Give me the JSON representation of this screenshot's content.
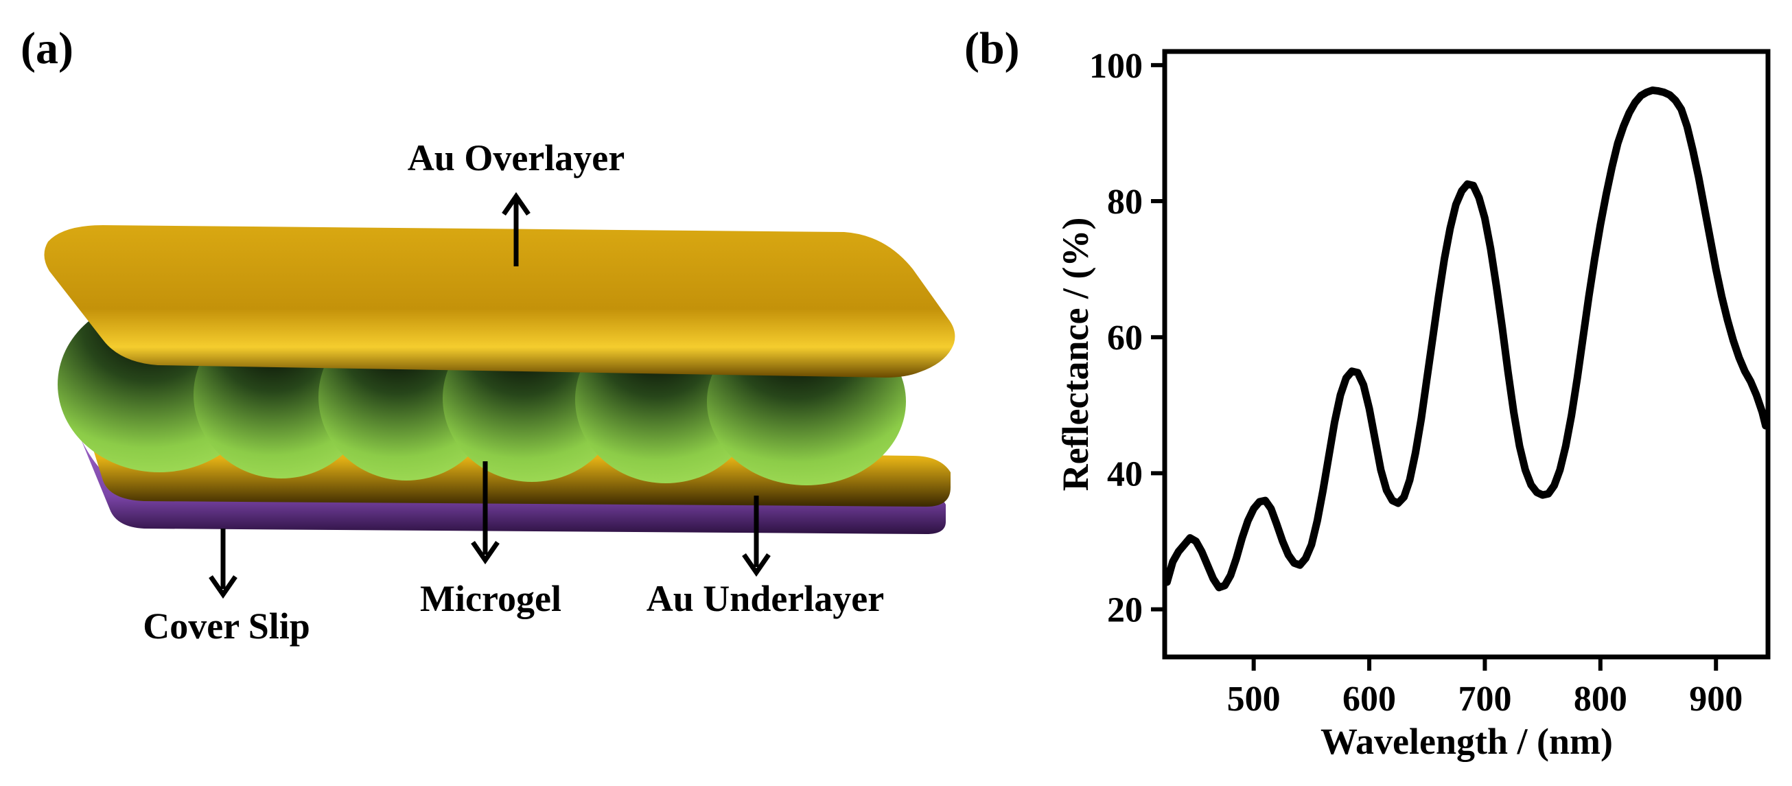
{
  "panel_a": {
    "label": "(a)",
    "labels": {
      "overlayer": "Au Overlayer",
      "microgel": "Microgel",
      "underlayer": "Au Underlayer",
      "cover_slip": "Cover Slip"
    },
    "colors": {
      "gold": "#c9970a",
      "gold_highlight": "#f3c62a",
      "microgel": "#9bd94e",
      "cover_slip": "#7e4aa8"
    }
  },
  "panel_b": {
    "label": "(b)"
  },
  "chart_data": {
    "type": "line",
    "title": "",
    "xlabel": "Wavelength / (nm)",
    "ylabel": "Reflectance / (%)",
    "xlim": [
      423,
      945
    ],
    "ylim": [
      13,
      102
    ],
    "xticks": [
      500,
      600,
      700,
      800,
      900
    ],
    "yticks": [
      20,
      40,
      60,
      80,
      100
    ],
    "grid": false,
    "legend": "none",
    "line_color": "#000000",
    "series": [
      {
        "points": [
          [
            425,
            24
          ],
          [
            430,
            27
          ],
          [
            435,
            28.5
          ],
          [
            440,
            29.5
          ],
          [
            445,
            30.5
          ],
          [
            450,
            30
          ],
          [
            455,
            28.5
          ],
          [
            460,
            26.5
          ],
          [
            465,
            24.5
          ],
          [
            470,
            23.2
          ],
          [
            475,
            23.5
          ],
          [
            480,
            25
          ],
          [
            485,
            27.5
          ],
          [
            490,
            30.5
          ],
          [
            495,
            33
          ],
          [
            500,
            34.8
          ],
          [
            505,
            35.8
          ],
          [
            510,
            36
          ],
          [
            515,
            34.8
          ],
          [
            520,
            32.5
          ],
          [
            525,
            30
          ],
          [
            530,
            28
          ],
          [
            535,
            26.8
          ],
          [
            540,
            26.5
          ],
          [
            545,
            27.5
          ],
          [
            550,
            29.5
          ],
          [
            555,
            33
          ],
          [
            560,
            37.5
          ],
          [
            565,
            42.5
          ],
          [
            570,
            47.5
          ],
          [
            575,
            51.5
          ],
          [
            580,
            54
          ],
          [
            585,
            55
          ],
          [
            590,
            54.8
          ],
          [
            595,
            53
          ],
          [
            600,
            49.5
          ],
          [
            605,
            45
          ],
          [
            610,
            40.5
          ],
          [
            615,
            37.5
          ],
          [
            620,
            36
          ],
          [
            625,
            35.6
          ],
          [
            630,
            36.5
          ],
          [
            635,
            39
          ],
          [
            640,
            43
          ],
          [
            645,
            48
          ],
          [
            650,
            54
          ],
          [
            655,
            60
          ],
          [
            660,
            66
          ],
          [
            665,
            71.5
          ],
          [
            670,
            76
          ],
          [
            675,
            79.5
          ],
          [
            680,
            81.5
          ],
          [
            685,
            82.5
          ],
          [
            690,
            82.3
          ],
          [
            695,
            80.5
          ],
          [
            700,
            77.5
          ],
          [
            705,
            73
          ],
          [
            710,
            67.5
          ],
          [
            715,
            61.5
          ],
          [
            720,
            55
          ],
          [
            725,
            49
          ],
          [
            730,
            44
          ],
          [
            735,
            40.5
          ],
          [
            740,
            38.3
          ],
          [
            745,
            37.2
          ],
          [
            750,
            36.8
          ],
          [
            755,
            37
          ],
          [
            760,
            38.2
          ],
          [
            765,
            40.5
          ],
          [
            770,
            44
          ],
          [
            775,
            48.5
          ],
          [
            780,
            54
          ],
          [
            785,
            60
          ],
          [
            790,
            66
          ],
          [
            795,
            71.5
          ],
          [
            800,
            76.5
          ],
          [
            805,
            81
          ],
          [
            810,
            85
          ],
          [
            815,
            88.5
          ],
          [
            820,
            91
          ],
          [
            825,
            93
          ],
          [
            830,
            94.5
          ],
          [
            835,
            95.5
          ],
          [
            840,
            96
          ],
          [
            845,
            96.3
          ],
          [
            850,
            96.2
          ],
          [
            855,
            96
          ],
          [
            860,
            95.6
          ],
          [
            865,
            94.8
          ],
          [
            870,
            93.5
          ],
          [
            875,
            91
          ],
          [
            880,
            87.5
          ],
          [
            885,
            83.5
          ],
          [
            890,
            79
          ],
          [
            895,
            74.5
          ],
          [
            900,
            70
          ],
          [
            905,
            66
          ],
          [
            910,
            62.5
          ],
          [
            915,
            59.5
          ],
          [
            920,
            57
          ],
          [
            925,
            55
          ],
          [
            930,
            53.5
          ],
          [
            935,
            51.5
          ],
          [
            940,
            49
          ],
          [
            943,
            47
          ]
        ]
      }
    ]
  }
}
